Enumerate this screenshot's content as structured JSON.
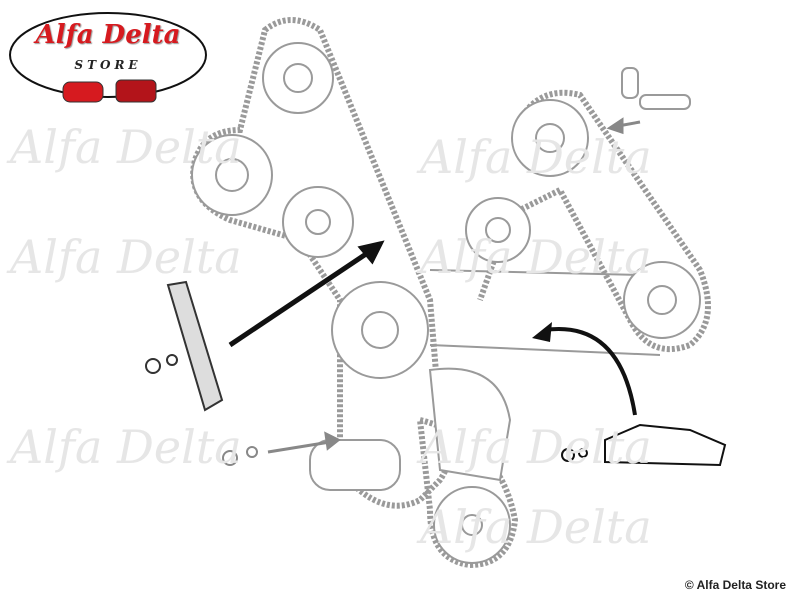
{
  "logo": {
    "title": "Alfa Delta",
    "subtitle": "STORE"
  },
  "watermark": "Alfa Delta",
  "copyright": "© Alfa Delta Store",
  "colors": {
    "logo_red": "#d61a1f",
    "line_gray": "#9a9a9a",
    "arrow_black": "#111111"
  }
}
